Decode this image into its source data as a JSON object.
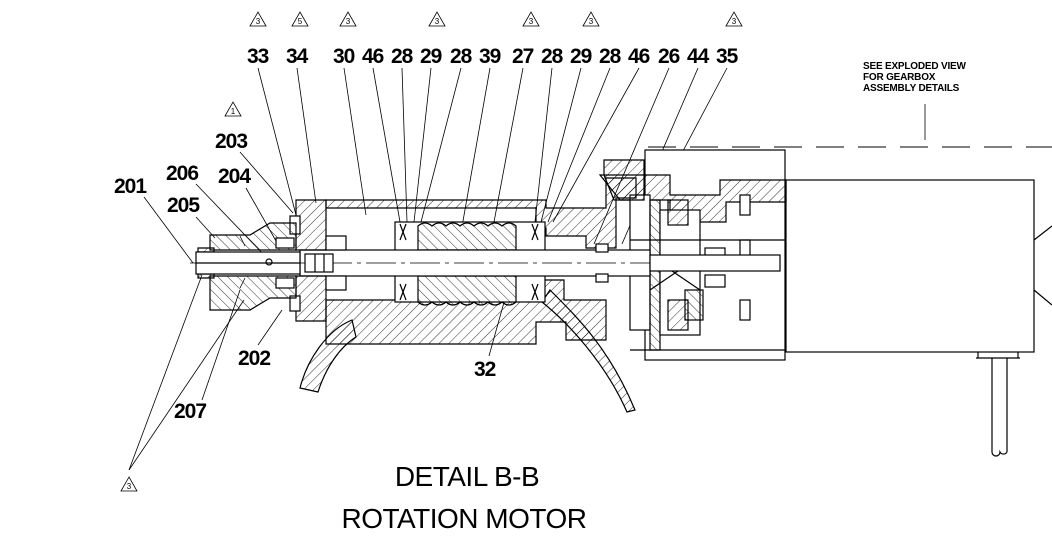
{
  "revision_markers": {
    "top": [
      "3",
      "5",
      "3",
      "3",
      "3",
      "3",
      "3"
    ],
    "left": "1",
    "bottom": "3"
  },
  "callouts_top": [
    "33",
    "34",
    "30",
    "46",
    "28",
    "29",
    "28",
    "39",
    "27",
    "28",
    "29",
    "28",
    "46",
    "26",
    "44",
    "35"
  ],
  "callouts_left": [
    "203",
    "206",
    "204",
    "201",
    "205"
  ],
  "callouts_bottom": [
    "202",
    "207",
    "32"
  ],
  "note": {
    "line1": "SEE EXPLODED VIEW",
    "line2": "FOR GEARBOX",
    "line3": "ASSEMBLY DETAILS"
  },
  "title": {
    "line1": "DETAIL B-B",
    "line2": "ROTATION MOTOR"
  }
}
